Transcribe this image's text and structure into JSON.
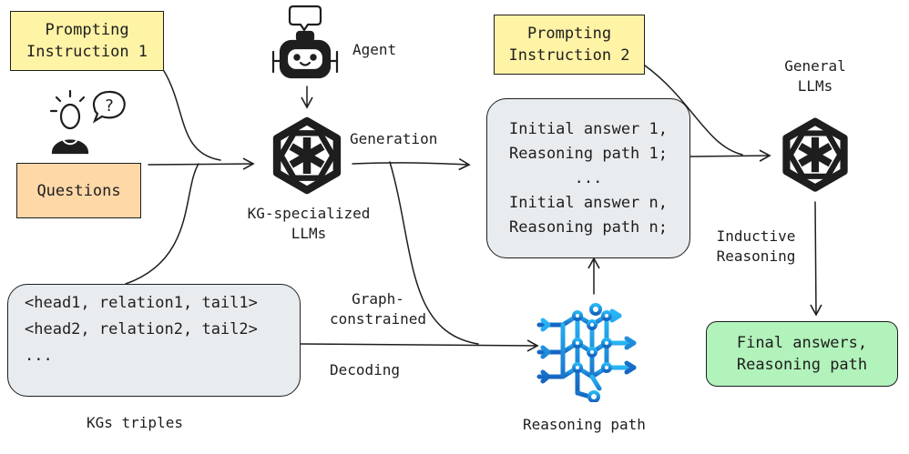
{
  "prompt1": [
    "Prompting",
    "Instruction 1"
  ],
  "prompt2": [
    "Prompting",
    "Instruction 2"
  ],
  "questions": "Questions",
  "agent": "Agent",
  "kg_llm": [
    "KG-specialized",
    "LLMs"
  ],
  "generation": "Generation",
  "initial_answers": [
    "Initial answer 1,",
    "Reasoning path 1;",
    "...",
    "Initial answer n,",
    "Reasoning path n;"
  ],
  "general_llm": [
    "General",
    "LLMs"
  ],
  "inductive": [
    "Inductive",
    "Reasoning"
  ],
  "final": [
    "Final answers,",
    "Reasoning path"
  ],
  "triples": [
    "<head1, relation1, tail1>",
    "<head2, relation2, tail2>",
    "..."
  ],
  "kg_triples_label": "KGs triples",
  "graph_constrained": [
    "Graph-",
    "constrained"
  ],
  "decoding": "Decoding",
  "reasoning_path_label": "Reasoning path",
  "colors": {
    "prompt_fill": "#fff3a6",
    "questions_fill": "#ffd8a8",
    "answers_fill": "#e9ecef",
    "final_fill": "#b2f2bb",
    "triples_fill": "#e9ecef",
    "path_blue": "#1e88e5",
    "path_light": "#29b6f6"
  },
  "icons": [
    "person-question-icon",
    "robot-agent-icon",
    "llm-knot-icon",
    "reasoning-path-icon"
  ]
}
